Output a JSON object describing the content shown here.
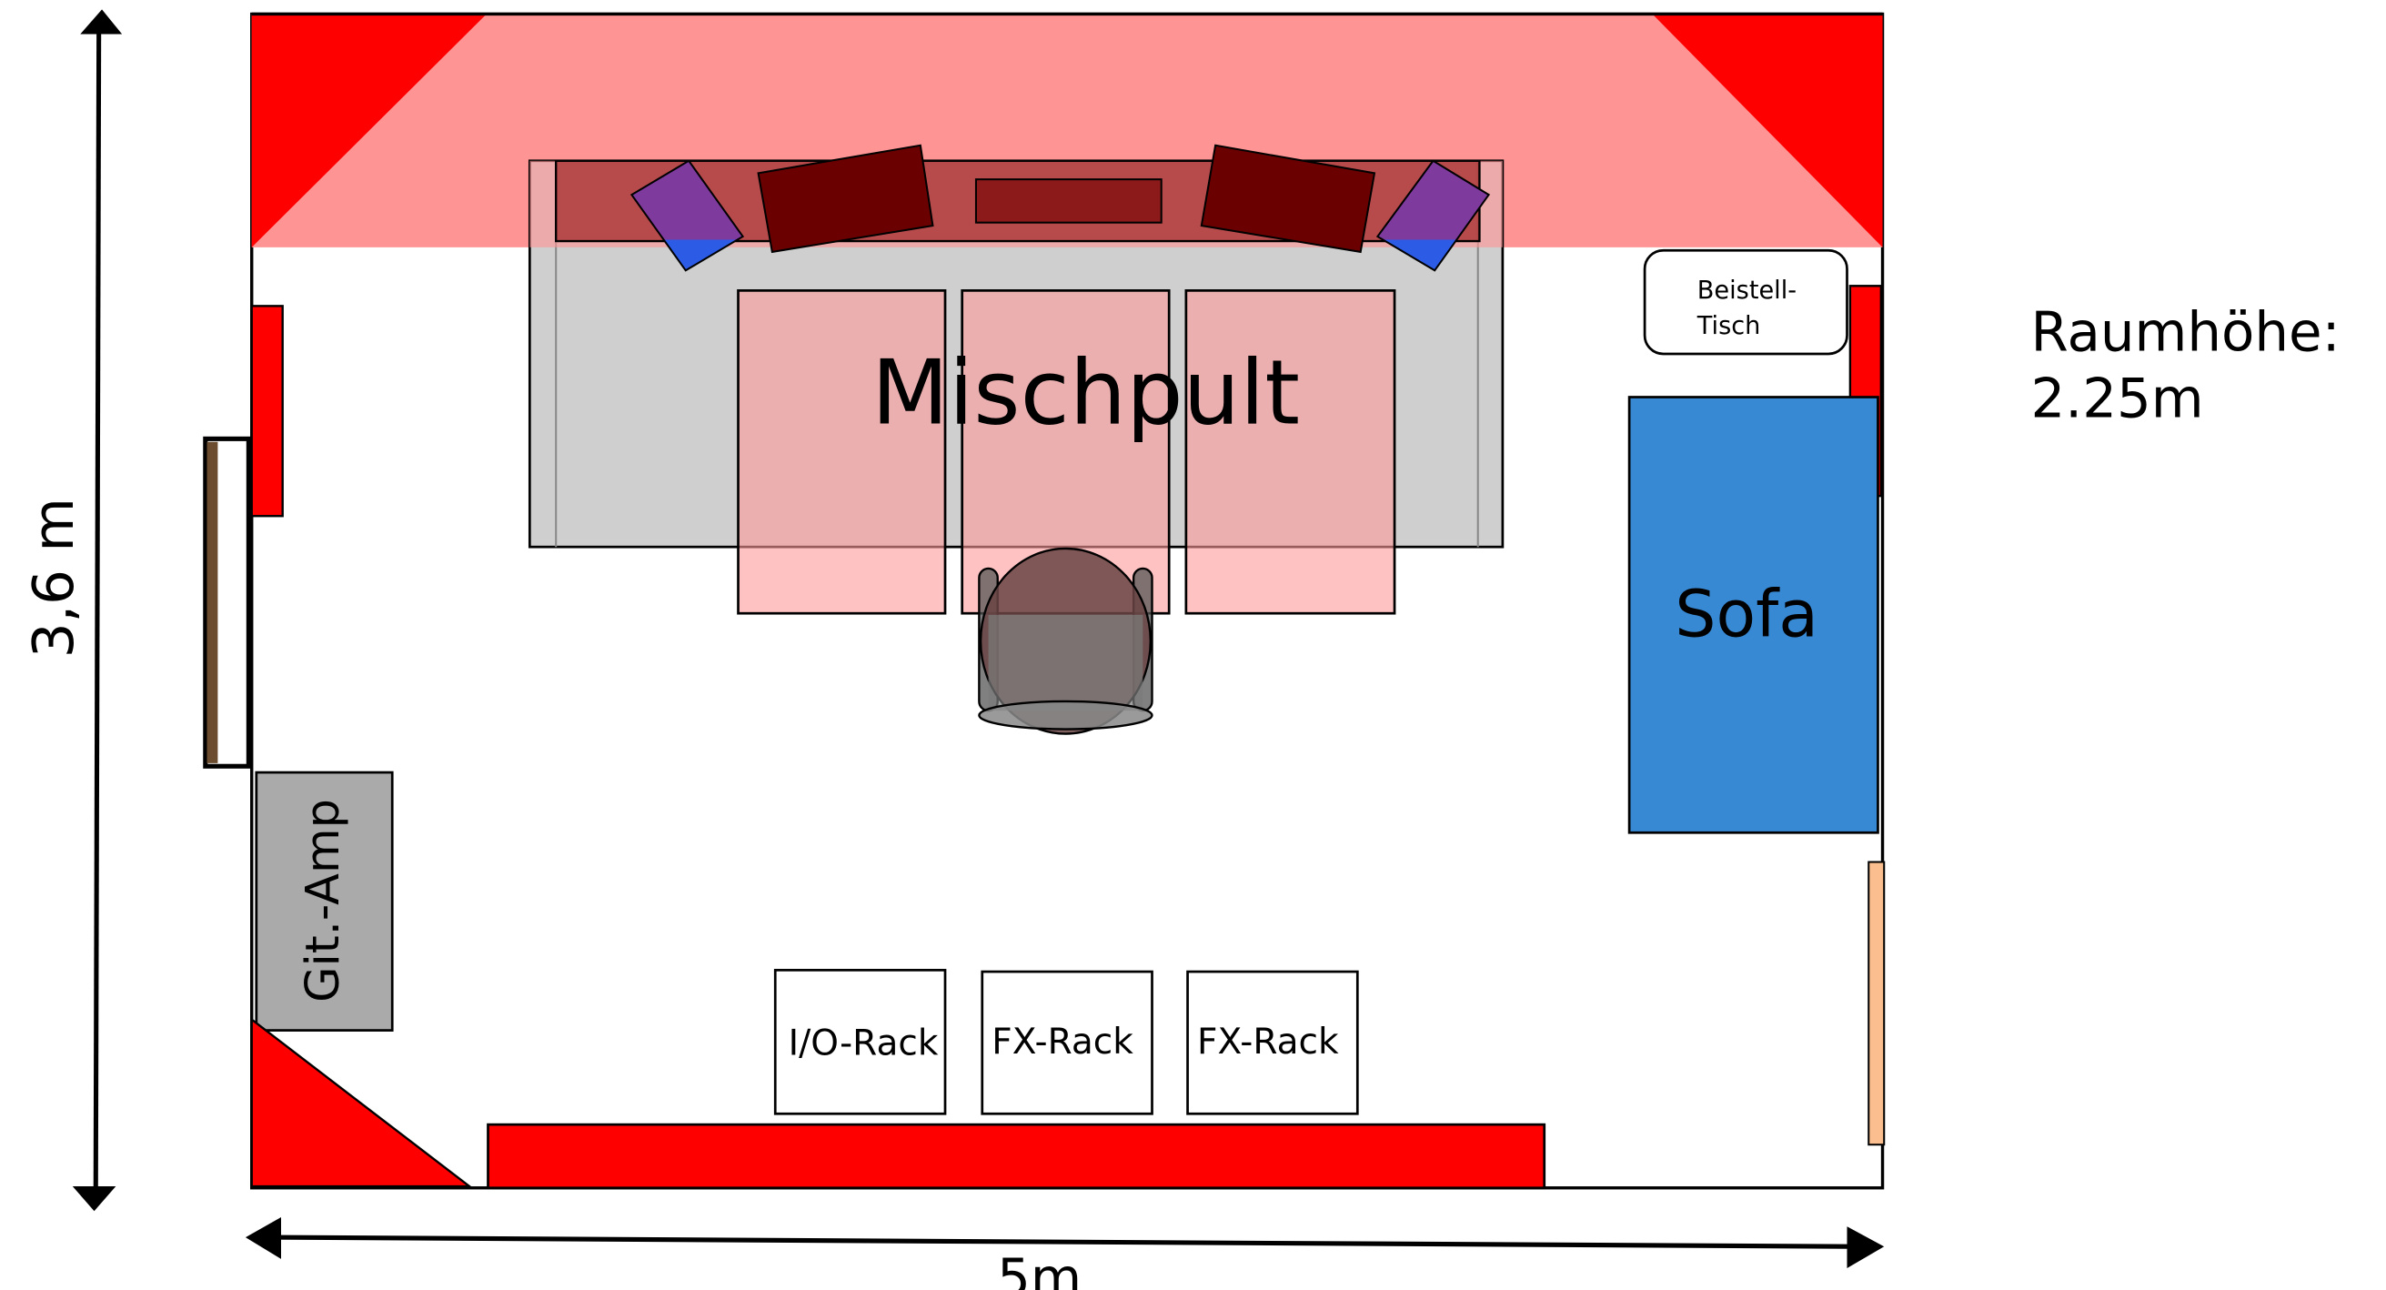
{
  "dimensions": {
    "width_label": "5m",
    "depth_label": "3,6 m",
    "ceiling_height_line1": "Raumhöhe:",
    "ceiling_height_line2": "2.25m"
  },
  "furniture": {
    "console_label": "Mischpult",
    "sofa_label": "Sofa",
    "side_table_line1": "Beistell-",
    "side_table_line2": "Tisch",
    "guitar_amp_label": "Git.-Amp",
    "racks": [
      "I/O-Rack",
      "FX-Rack",
      "FX-Rack"
    ]
  },
  "colors": {
    "absorber": "#ff0000",
    "ceiling_cloud": "#ff9494",
    "sofa": "#3889d4",
    "desk": "#cccccc",
    "monitor": "#6b0000",
    "tweeter_top": "#7f3a9e",
    "tweeter_bottom": "#2c5be6",
    "door_frame": "#6b4c2f",
    "window": "#fbbf8f",
    "amp": "#aaaaaa"
  }
}
